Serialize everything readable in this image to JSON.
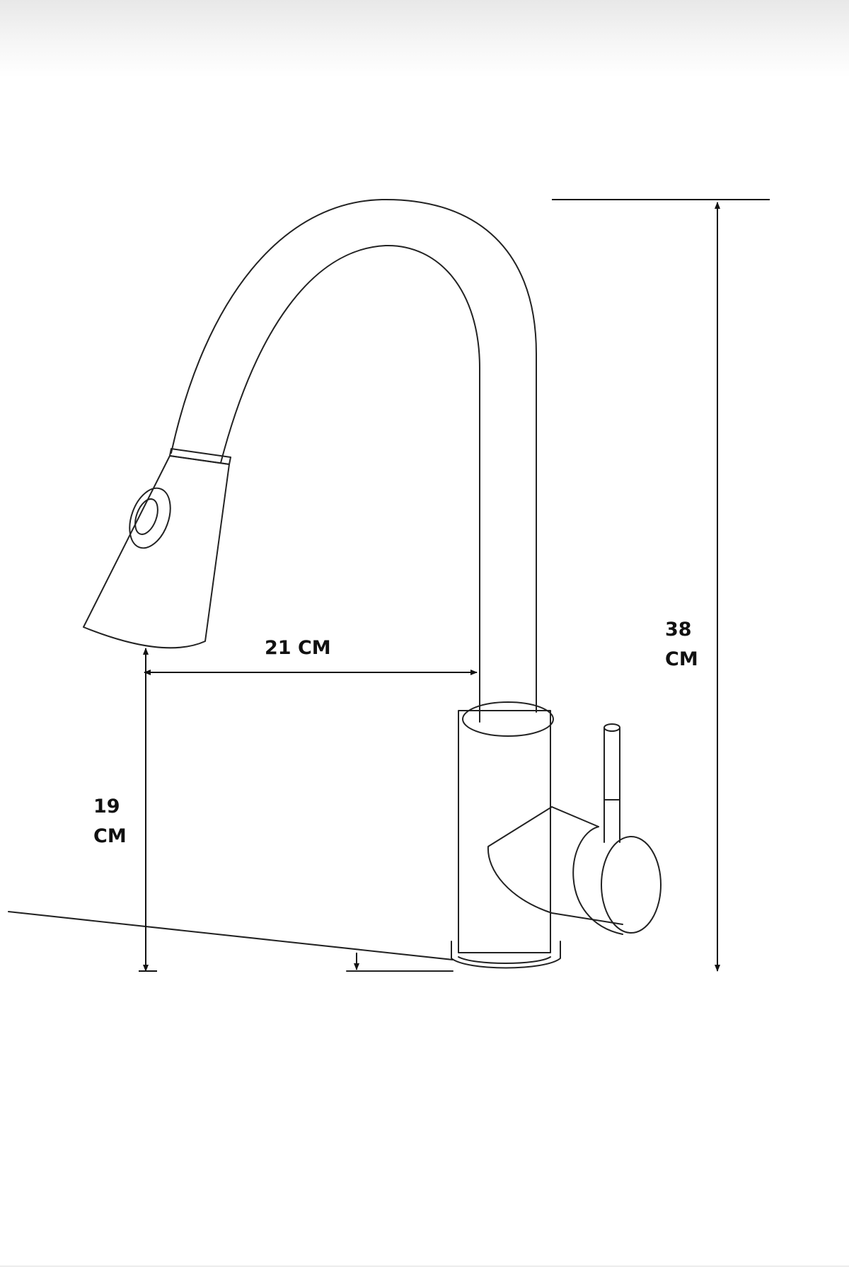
{
  "dimensions": {
    "reach": {
      "label": "21 CM"
    },
    "spout_height": {
      "line1": "19",
      "line2": "CM"
    },
    "total_height": {
      "line1": "38",
      "line2": "CM"
    }
  },
  "colors": {
    "line": "#222222",
    "label": "#111111",
    "background": "#ffffff"
  }
}
